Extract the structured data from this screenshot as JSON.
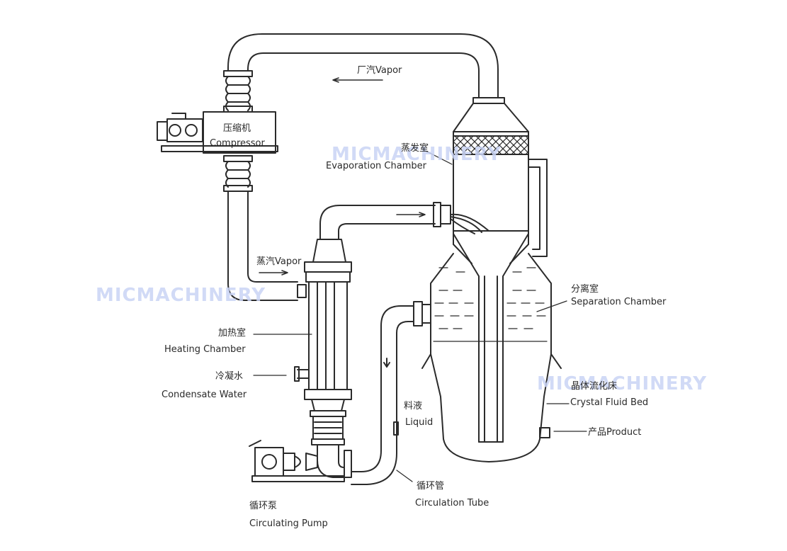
{
  "labels": {
    "vapor_top": "厂汽Vapor",
    "compressor_cn": "压缩机",
    "compressor_en": "Compressor",
    "evaporation_cn": "蒸发室",
    "evaporation_en": "Evaporation Chamber",
    "vapor_side": "蒸汽Vapor",
    "heating_cn": "加热室",
    "heating_en": "Heating Chamber",
    "condensate_cn": "冷凝水",
    "condensate_en": "Condensate Water",
    "separation_cn": "分离室",
    "separation_en": "Separation Chamber",
    "crystal_cn": "晶体流化床",
    "crystal_en": "Crystal Fluid Bed",
    "liquid_cn": "料液",
    "liquid_en": "Liquid",
    "product": "产品Product",
    "circulation_tube_cn": "循环管",
    "circulation_tube_en": "Circulation Tube",
    "pump_cn": "循环泵",
    "pump_en": "Circulating Pump"
  },
  "watermark": "MICMACHINERY",
  "colors": {
    "line": "#2b2b2b",
    "watermark": "#c9d4f5",
    "background": "#ffffff"
  }
}
